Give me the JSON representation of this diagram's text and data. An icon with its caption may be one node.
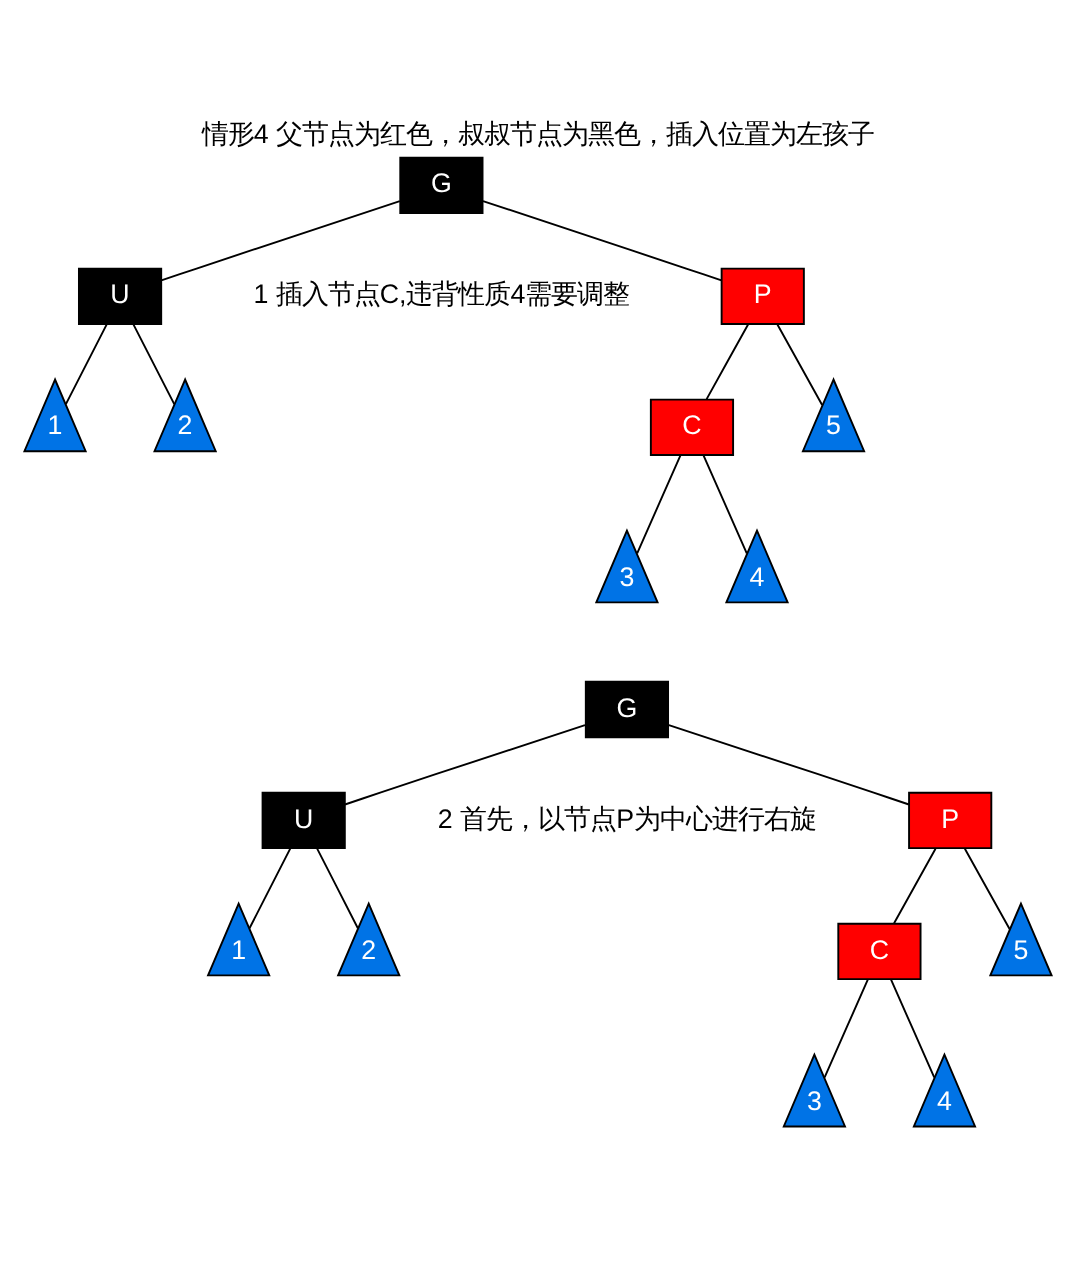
{
  "diagram": {
    "title": "情形4 父节点为红色，叔叔节点为黑色，插入位置为左孩子",
    "nodes": [
      {
        "text": [
          "G"
        ]
      },
      {
        "text": [
          "U"
        ]
      },
      {
        "text": [
          "P"
        ]
      },
      {
        "text": [
          "1"
        ]
      },
      {
        "text": [
          "2"
        ]
      },
      {
        "text": [
          "C"
        ]
      },
      {
        "text": [
          "5"
        ]
      },
      {
        "text": [
          "3"
        ]
      },
      {
        "text": [
          "4"
        ]
      },
      {
        "text": [
          "G"
        ]
      },
      {
        "text": [
          "U"
        ]
      },
      {
        "text": [
          "P"
        ]
      },
      {
        "text": [
          "1"
        ]
      },
      {
        "text": [
          "2"
        ]
      },
      {
        "text": [
          "C"
        ]
      },
      {
        "text": [
          "5"
        ]
      },
      {
        "text": [
          "3"
        ]
      },
      {
        "text": [
          "4"
        ]
      }
    ],
    "edges": [
      {
        "from": 0,
        "to": 1,
        "arrow": "none"
      },
      {
        "from": 0,
        "to": 2,
        "arrow": "none"
      },
      {
        "from": 1,
        "to": 3,
        "arrow": "none"
      },
      {
        "from": 1,
        "to": 4,
        "arrow": "none"
      },
      {
        "from": 2,
        "to": 5,
        "arrow": "none"
      },
      {
        "from": 2,
        "to": 6,
        "arrow": "none"
      },
      {
        "from": 5,
        "to": 7,
        "arrow": "none"
      },
      {
        "from": 5,
        "to": 8,
        "arrow": "none"
      },
      {
        "from": 9,
        "to": 10,
        "arrow": "none"
      },
      {
        "from": 9,
        "to": 11,
        "arrow": "none"
      },
      {
        "from": 10,
        "to": 12,
        "arrow": "none"
      },
      {
        "from": 10,
        "to": 13,
        "arrow": "none"
      },
      {
        "from": 11,
        "to": 14,
        "arrow": "none"
      },
      {
        "from": 11,
        "to": 15,
        "arrow": "none"
      },
      {
        "from": 14,
        "to": 16,
        "arrow": "none"
      },
      {
        "from": 14,
        "to": 17,
        "arrow": "none"
      }
    ],
    "labels": [
      "1 插入节点C,违背性质4需要调整",
      "2 首先，以节点P为中心进行右旋"
    ]
  }
}
